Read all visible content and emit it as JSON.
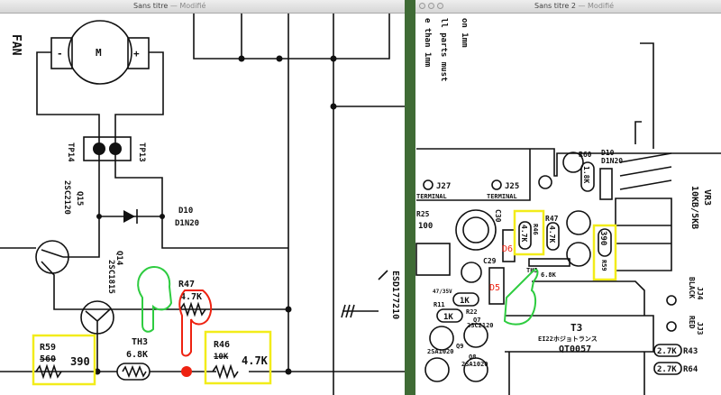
{
  "left_window": {
    "title": "Sans titre",
    "title_suffix": " — Modifié",
    "schematic": {
      "fan_label": "FAN",
      "motor_label": "M",
      "minus": "-",
      "plus": "+",
      "tp14": "TP14",
      "tp13": "TP13",
      "q15_name": "Q15",
      "q15_part": "2SC2120",
      "d10_name": "D10",
      "d10_part": "D1N20",
      "q14_name": "Q14",
      "q14_part": "2SC1815",
      "r47_name": "R47",
      "r47_value": "4.7K",
      "r59_name": "R59",
      "r59_old": "560",
      "r59_value": "390",
      "th3_name": "TH3",
      "th3_value": "6.8K",
      "r46_name": "R46",
      "r46_old": "10K",
      "r46_value": "4.7K",
      "esd_label": "ESD177210"
    }
  },
  "right_window": {
    "title": "Sans titre 2",
    "title_suffix": " — Modifié",
    "notes": [
      "on 1mm",
      "ll parts must",
      "e than 1mm"
    ],
    "pcb": {
      "j27": "J27",
      "terminal1": "TERMINAL",
      "j25": "J25",
      "terminal2": "TERMINAL",
      "r60": "R60",
      "d10": "D10",
      "d1n20": "D1N20",
      "r60_value": "1.8K",
      "r25": "R25",
      "r25_value": "100",
      "c30": "C30",
      "c29": "C29",
      "cap": "47/35V",
      "d6": "D6",
      "d5": "D5",
      "r46": "R46",
      "r46_value": "4.7K",
      "r47": "R47",
      "r47_value": "4.7K",
      "r59": "R59",
      "r59_value": "390",
      "th3": "TH3",
      "th3_value": "6.8K",
      "r11": "R11",
      "r11_value": "1K",
      "r22": "R22",
      "r22_value": "1K",
      "q7": "Q7",
      "q7_part": "2SC2120",
      "q8": "Q8",
      "q8_part": "2SA1020",
      "q9": "Q9",
      "q9_part": "2SA1020",
      "t3": "T3",
      "t3_desc": "EI22ホジョトランス",
      "t3_part": "QT0057",
      "vr3": "VR3",
      "vr3_value": "10KB/5KB",
      "jj4": "JJ4",
      "black": "BLACK",
      "jj3": "JJ3",
      "red": "RED",
      "r43": "R43",
      "r43_value": "2.7K",
      "r64": "R64",
      "r64_value": "2.7K"
    }
  },
  "colors": {
    "highlight": "#f2ec1a",
    "green_hand": "#2ecc40",
    "red_hand": "#ee2211",
    "desktop": "#3f6b35"
  }
}
